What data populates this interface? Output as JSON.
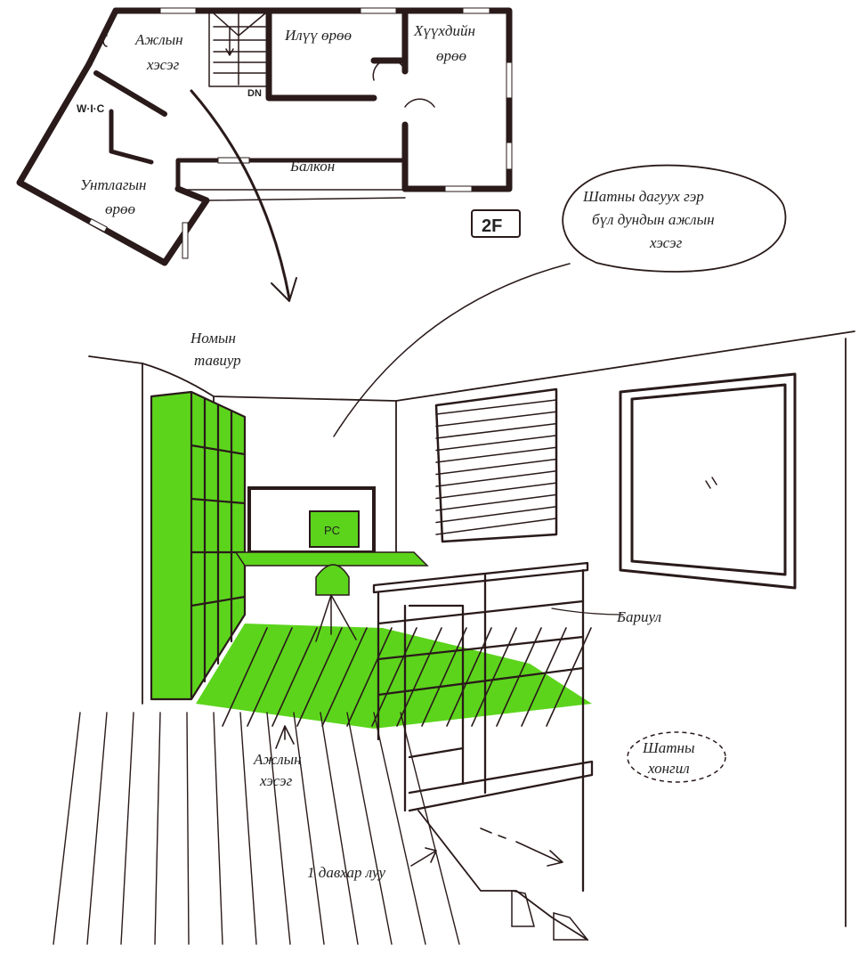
{
  "floor_plan": {
    "work_area": [
      "Ажлын",
      "хэсэг"
    ],
    "extra_room": "Илүү өрөө",
    "kids_room": [
      "Хүүхдийн",
      "өрөө"
    ],
    "wic": "W·I·C",
    "dn": "DN",
    "bedroom": [
      "Унтлагын",
      "өрөө"
    ],
    "balcony": "Балкон",
    "floor_badge": "2F"
  },
  "perspective": {
    "bubble": [
      "Шатны дагуух гэр",
      "бүл дундын ажлын",
      "хэсэг"
    ],
    "bookshelf": [
      "Номын",
      "тавиур"
    ],
    "pc": "PC",
    "handrail": "Бариул",
    "work_area": [
      "Ажлын",
      "хэсэг"
    ],
    "stairwell": [
      "Шатны",
      "хонгил"
    ],
    "to_first_floor": "1 давхар луу"
  },
  "colors": {
    "accent_green": "#5cd41c",
    "ink": "#2a1a1a"
  }
}
